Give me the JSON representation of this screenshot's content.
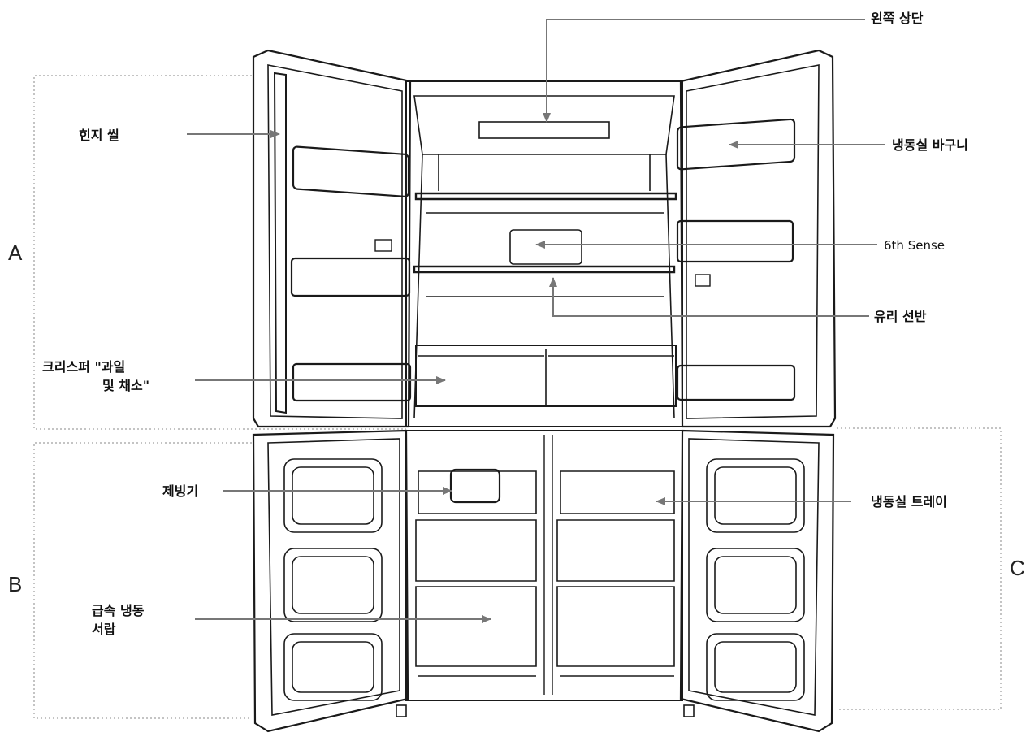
{
  "labels": {
    "top_left_label": "왼쪽 상단",
    "hinge_seal": "힌지 씰",
    "freezer_basket": "냉동실 바구니",
    "sensor": "6th Sense",
    "glass_shelf": "유리 선반",
    "crisper_line1": "크리스퍼 \"과일",
    "crisper_line2": "및 채소\"",
    "ice_maker": "제빙기",
    "freezer_tray": "냉동실 트레이",
    "quick_freeze_line1": "급속 냉동",
    "quick_freeze_line2": "서랍"
  },
  "zones": {
    "a": "A",
    "b": "B",
    "c": "C"
  },
  "colors": {
    "line": "#1a1a1a",
    "dotted": "#888888",
    "background": "#ffffff"
  }
}
